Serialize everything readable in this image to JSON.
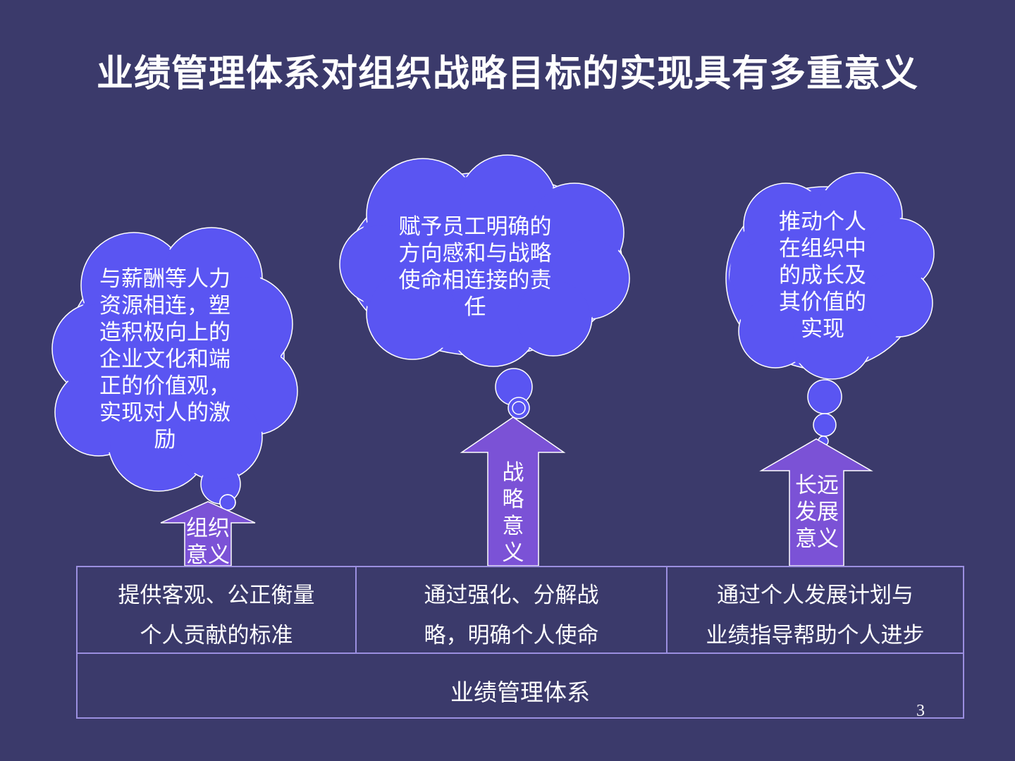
{
  "title": "业绩管理体系对组织战略目标的实现具有多重意义",
  "clouds": [
    {
      "text": "与薪酬等人力资源相连，塑造积极向上的企业文化和端正的价值观，实现对人的激励"
    },
    {
      "text": "赋予员工明确的方向感和与战略使命相连接的责任"
    },
    {
      "text": "推动个人在组织中的成长及其价值的实现"
    }
  ],
  "arrows": [
    {
      "label": "组织意义"
    },
    {
      "label": "战略意义"
    },
    {
      "label": "长远发展意义"
    }
  ],
  "table": {
    "cells": [
      {
        "line1": "提供客观、公正衡量",
        "line2": "个人贡献的标准"
      },
      {
        "line1": "通过强化、分解战",
        "line2": "略，明确个人使命"
      },
      {
        "line1": "通过个人发展计划与",
        "line2": "业绩指导帮助个人进步"
      }
    ],
    "base": "业绩管理体系"
  },
  "page_number": "3",
  "colors": {
    "background": "#3b3a6b",
    "cloud_fill": "#5a55f2",
    "arrow_fill": "#7b52d6",
    "outline": "#ffffff"
  }
}
